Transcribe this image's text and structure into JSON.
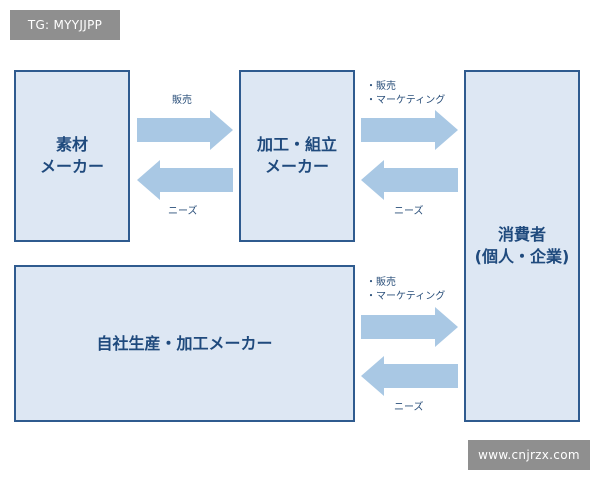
{
  "watermark_top": "TG: MYYJJPP",
  "watermark_bottom": "www.cnjrzx.com",
  "colors": {
    "box_fill": "#dde7f3",
    "box_border": "#2f5b8f",
    "arrow": "#a9c8e4",
    "text": "#1f4a7d"
  },
  "boxes": {
    "materials": {
      "lines": [
        "素材",
        "メーカー"
      ]
    },
    "assembly": {
      "lines": [
        "加工・組立",
        "メーカー"
      ]
    },
    "consumer": {
      "lines": [
        "消費者",
        "(個人・企業)"
      ]
    },
    "inhouse": {
      "lines": [
        "自社生産・加工メーカー"
      ]
    }
  },
  "flows": {
    "materials_to_assembly": {
      "forward": "販売",
      "backward": "ニーズ"
    },
    "assembly_to_consumer": {
      "forward": [
        "・販売",
        "・マーケティング"
      ],
      "backward": "ニーズ"
    },
    "inhouse_to_consumer": {
      "forward": [
        "・販売",
        "・マーケティング"
      ],
      "backward": "ニーズ"
    }
  }
}
